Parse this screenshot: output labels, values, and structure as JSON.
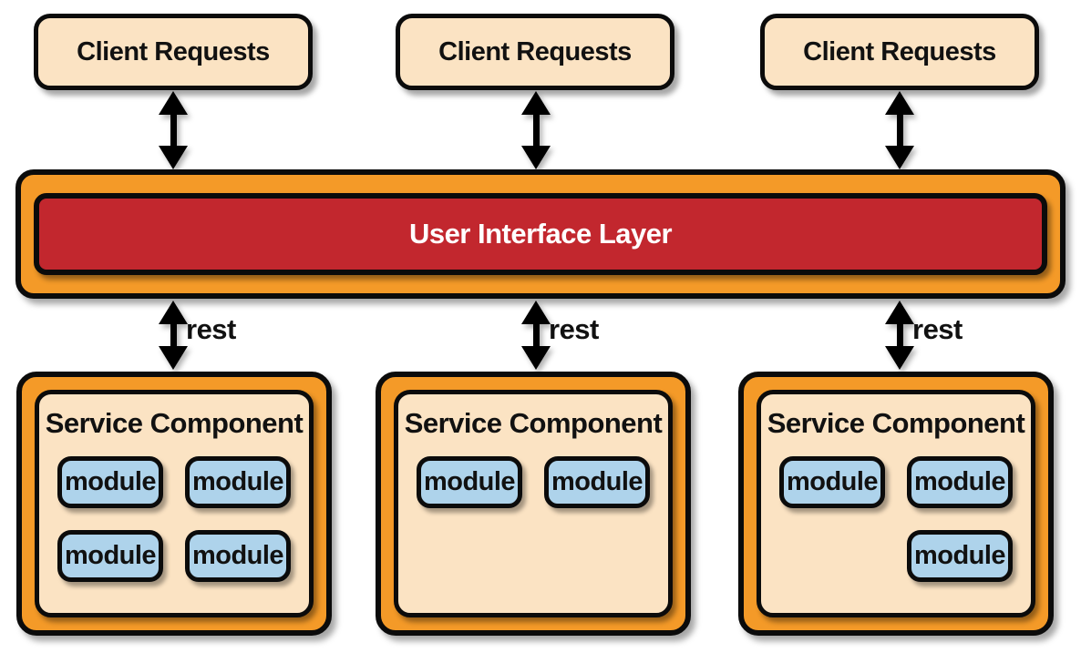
{
  "colors": {
    "orange": "#F49A28",
    "red": "#C2272E",
    "tan": "#FBE3C3",
    "blue": "#AED3EB",
    "border_black": "#0b0b0b",
    "ui_text_white": "#ffffff"
  },
  "clients": [
    {
      "label": "Client Requests"
    },
    {
      "label": "Client Requests"
    },
    {
      "label": "Client Requests"
    }
  ],
  "ui_layer": {
    "label": "User Interface Layer"
  },
  "rest_links": [
    {
      "label": "rest"
    },
    {
      "label": "rest"
    },
    {
      "label": "rest"
    }
  ],
  "service_components": [
    {
      "title": "Service Component",
      "modules": [
        {
          "label": "module"
        },
        {
          "label": "module"
        },
        {
          "label": "module"
        },
        {
          "label": "module"
        }
      ]
    },
    {
      "title": "Service Component",
      "modules": [
        {
          "label": "module"
        },
        {
          "label": "module"
        }
      ]
    },
    {
      "title": "Service Component",
      "modules": [
        {
          "label": "module"
        },
        {
          "label": "module"
        },
        {
          "label": "module"
        }
      ]
    }
  ]
}
